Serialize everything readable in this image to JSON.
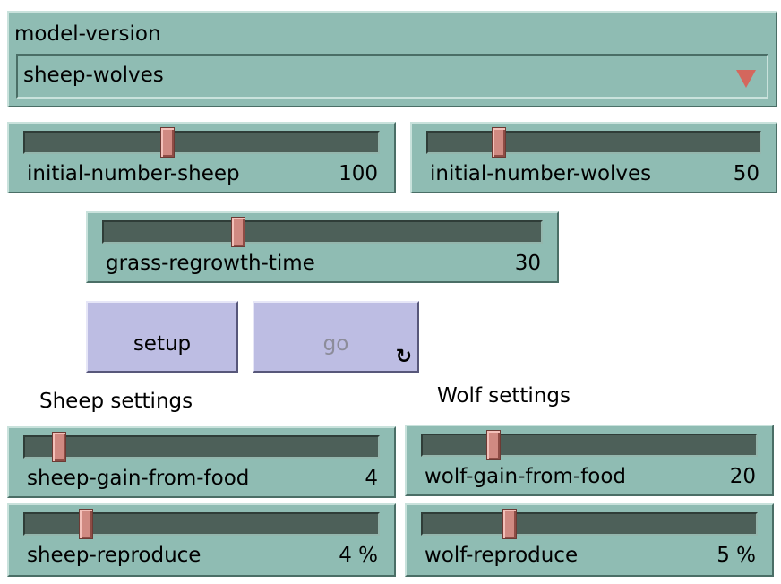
{
  "chooser": {
    "label": "model-version",
    "value": "sheep-wolves"
  },
  "sliders": {
    "initial_number_sheep": {
      "label": "initial-number-sheep",
      "value": "100",
      "fraction": 0.4
    },
    "initial_number_wolves": {
      "label": "initial-number-wolves",
      "value": "50",
      "fraction": 0.2
    },
    "grass_regrowth_time": {
      "label": "grass-regrowth-time",
      "value": "30",
      "fraction": 0.3
    },
    "sheep_gain_from_food": {
      "label": "sheep-gain-from-food",
      "value": "4",
      "fraction": 0.08
    },
    "wolf_gain_from_food": {
      "label": "wolf-gain-from-food",
      "value": "20",
      "fraction": 0.2
    },
    "sheep_reproduce": {
      "label": "sheep-reproduce",
      "value": "4 %",
      "fraction": 0.16
    },
    "wolf_reproduce": {
      "label": "wolf-reproduce",
      "value": "5 %",
      "fraction": 0.25
    }
  },
  "buttons": {
    "setup": {
      "label": "setup"
    },
    "go": {
      "label": "go",
      "enabled": false
    }
  },
  "notes": {
    "sheep_settings": "Sheep settings",
    "wolf_settings": "Wolf settings"
  },
  "colors": {
    "widget": "#8fbcb3",
    "button": "#bdbde3",
    "thumb": "#d08a82",
    "arrow": "#d4675d",
    "disabled_text": "#8c8c9a"
  },
  "icons": {
    "go_button": "forever-icon",
    "chooser": "dropdown-arrow-icon"
  }
}
